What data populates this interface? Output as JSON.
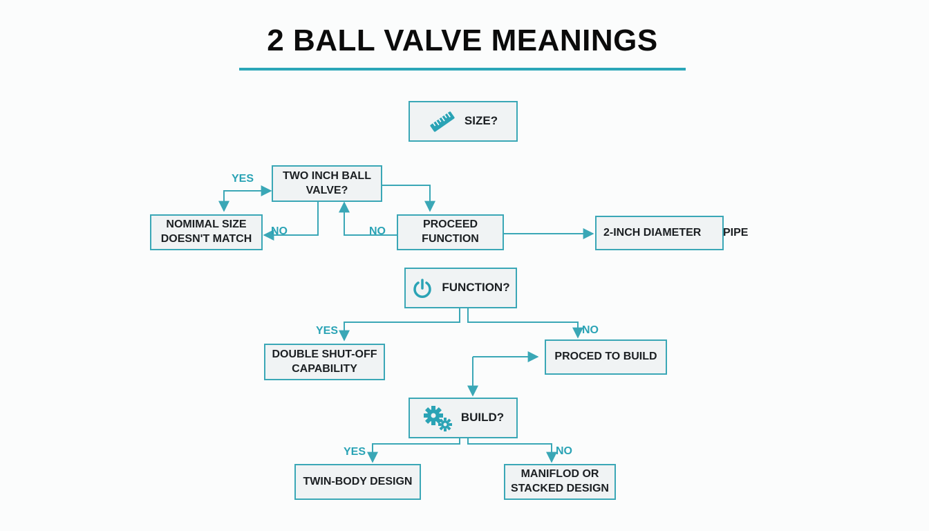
{
  "title": "2 BALL VALVE MEANINGS",
  "colors": {
    "accent": "#2ba6b8",
    "line": "#3aa7b6",
    "box_fill": "#f0f3f4",
    "text": "#1b1f22"
  },
  "nodes": {
    "size": {
      "label": "SIZE?",
      "icon": "ruler-icon"
    },
    "two_inch": {
      "label": "TWO INCH BALL VALVE?"
    },
    "nominal": {
      "label": "NOMIMAL SIZE DOESN'T MATCH"
    },
    "proceed": {
      "label": "PROCEED FUNCTION"
    },
    "diameter": {
      "label": "2-INCH DIAMETER",
      "suffix": "PIPE"
    },
    "function": {
      "label": "FUNCTION?",
      "icon": "power-icon"
    },
    "double": {
      "label": "DOUBLE SHUT-OFF CAPABILITY"
    },
    "build_step": {
      "label": "PROCED TO BUILD"
    },
    "build": {
      "label": "BUILD?",
      "icon": "gears-icon"
    },
    "twin": {
      "label": "TWIN-BODY DESIGN"
    },
    "manifold": {
      "label": "MANIFLOD OR STACKED DESIGN"
    }
  },
  "edge_labels": {
    "yes_size": "YES",
    "no_nominal": "NO",
    "no_proceed": "NO",
    "yes_function": "YES",
    "no_function": "NO",
    "yes_build": "YES",
    "no_build": "NO"
  }
}
